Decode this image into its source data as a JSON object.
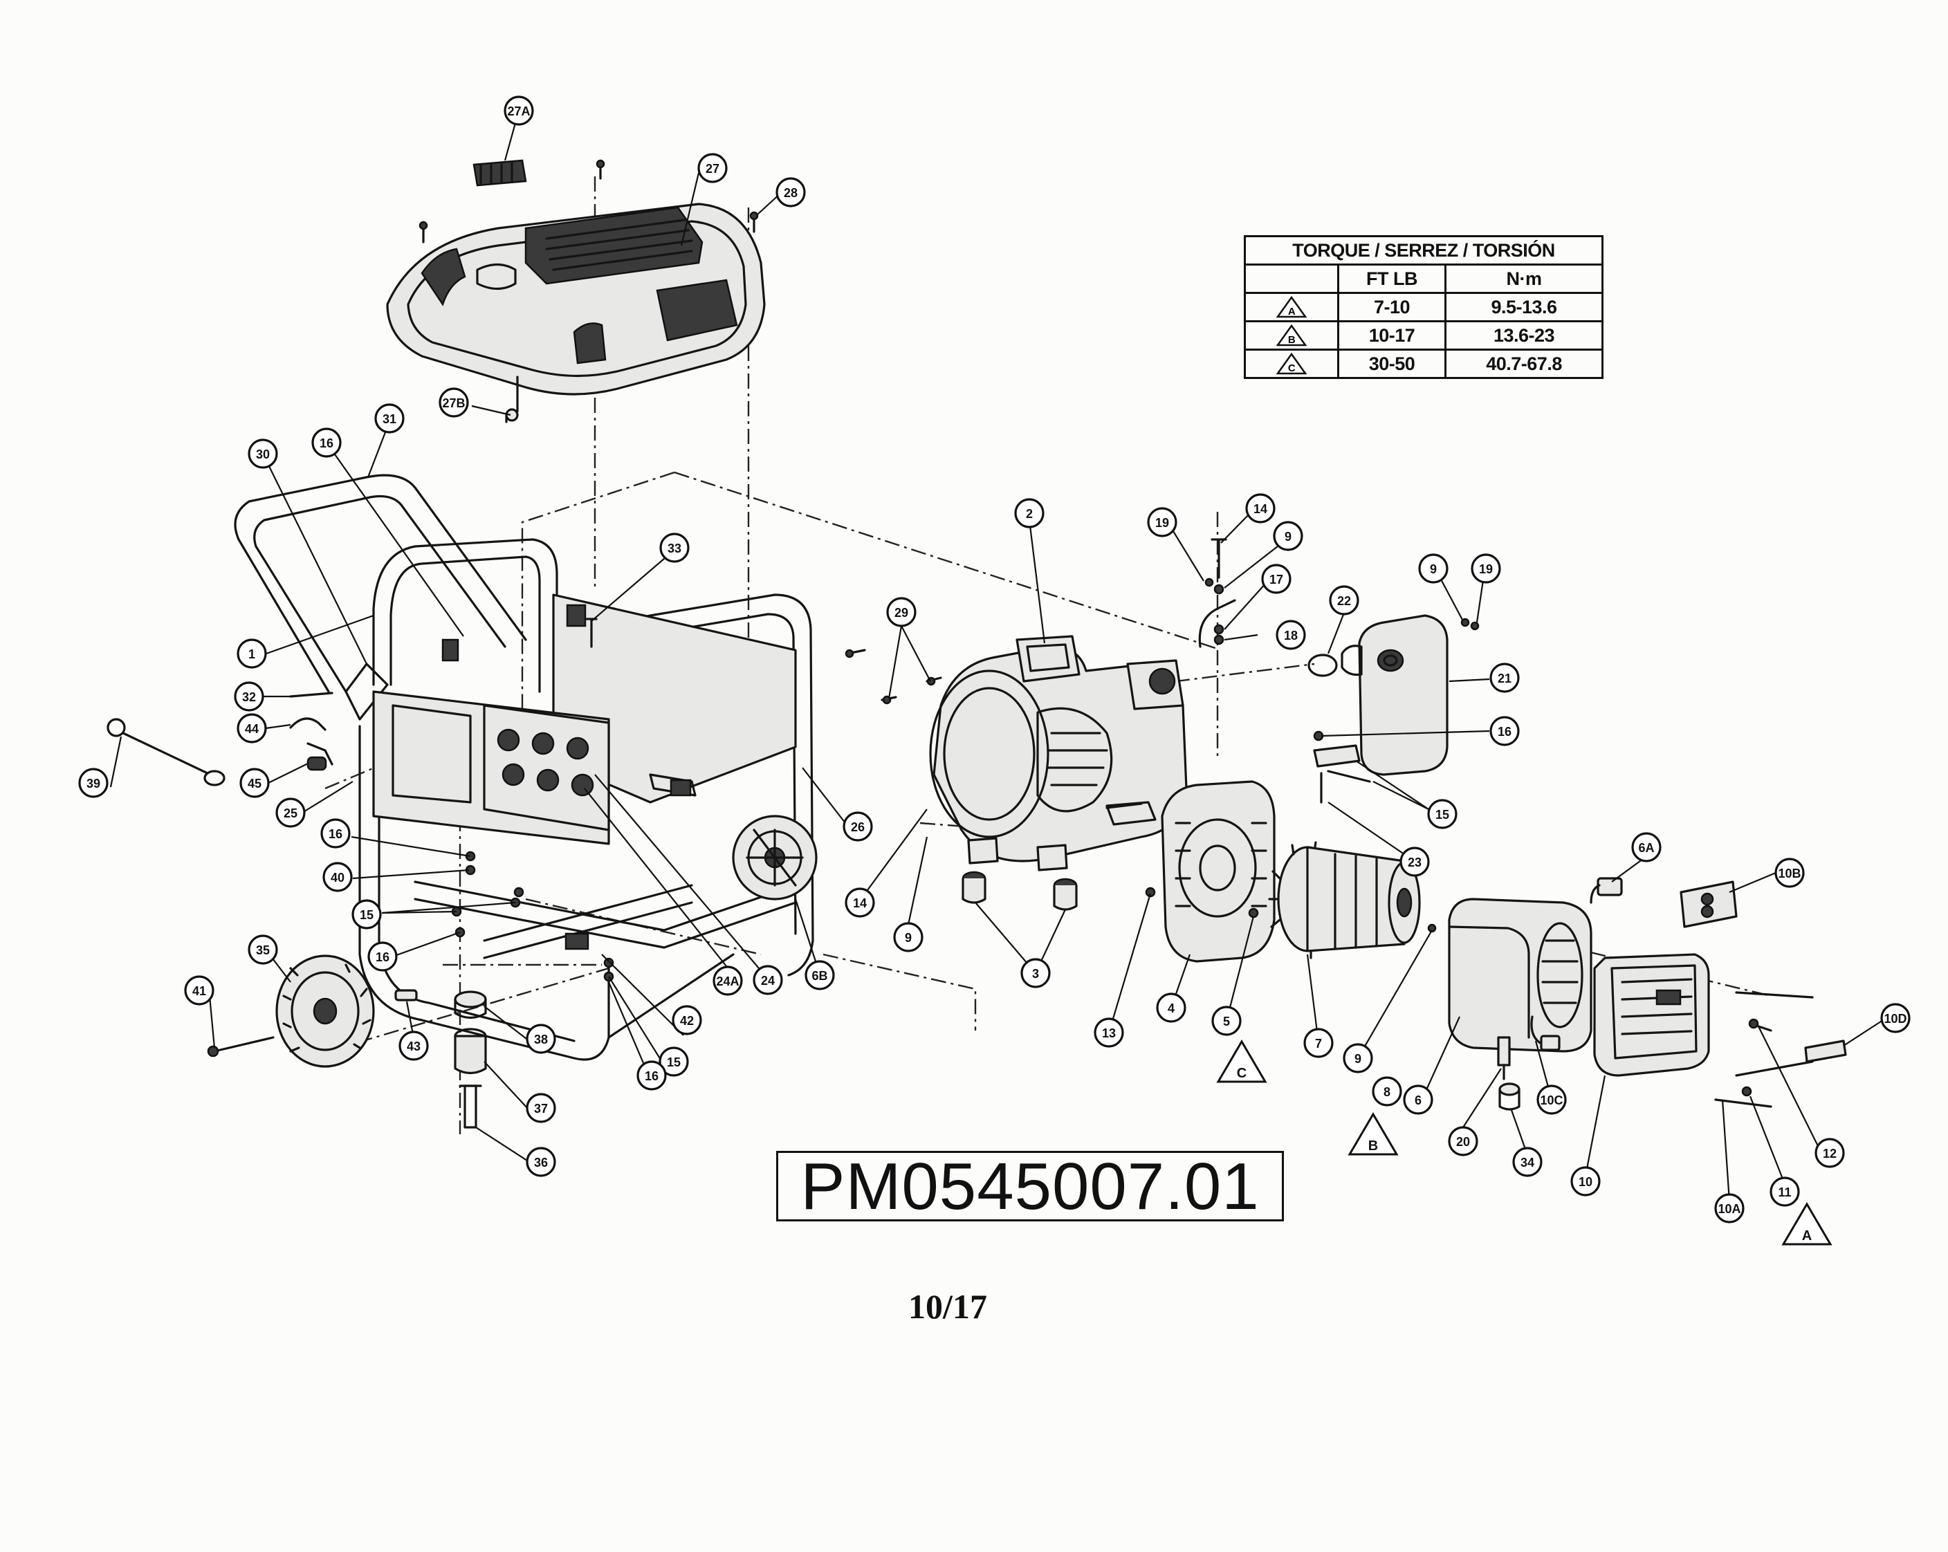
{
  "torque_table": {
    "title": "TORQUE / SERREZ / TORSIÓN",
    "col_ft_lb": "FT LB",
    "col_nm": "N·m",
    "rows": [
      {
        "mark": "A",
        "ft_lb": "7-10",
        "nm": "9.5-13.6"
      },
      {
        "mark": "B",
        "ft_lb": "10-17",
        "nm": "13.6-23"
      },
      {
        "mark": "C",
        "ft_lb": "30-50",
        "nm": "40.7-67.8"
      }
    ]
  },
  "part_number": "PM0545007.01",
  "page_indicator": "10/17",
  "callouts": [
    "27A",
    "27",
    "28",
    "27B",
    "31",
    "16",
    "30",
    "1",
    "32",
    "44",
    "45",
    "25",
    "39",
    "33",
    "29",
    "26",
    "16",
    "40",
    "15",
    "16",
    "35",
    "41",
    "43",
    "38",
    "37",
    "36",
    "15",
    "16",
    "42",
    "24A",
    "24",
    "6B",
    "2",
    "19",
    "14",
    "9",
    "17",
    "18",
    "22",
    "9",
    "19",
    "21",
    "16",
    "15",
    "23",
    "14",
    "9",
    "3",
    "13",
    "4",
    "5",
    "7",
    "9",
    "6A",
    "6",
    "8",
    "20",
    "34",
    "10C",
    "10",
    "10B",
    "10D",
    "12",
    "11",
    "10A"
  ],
  "torque_marks_on_parts": [
    "C",
    "B",
    "A"
  ]
}
